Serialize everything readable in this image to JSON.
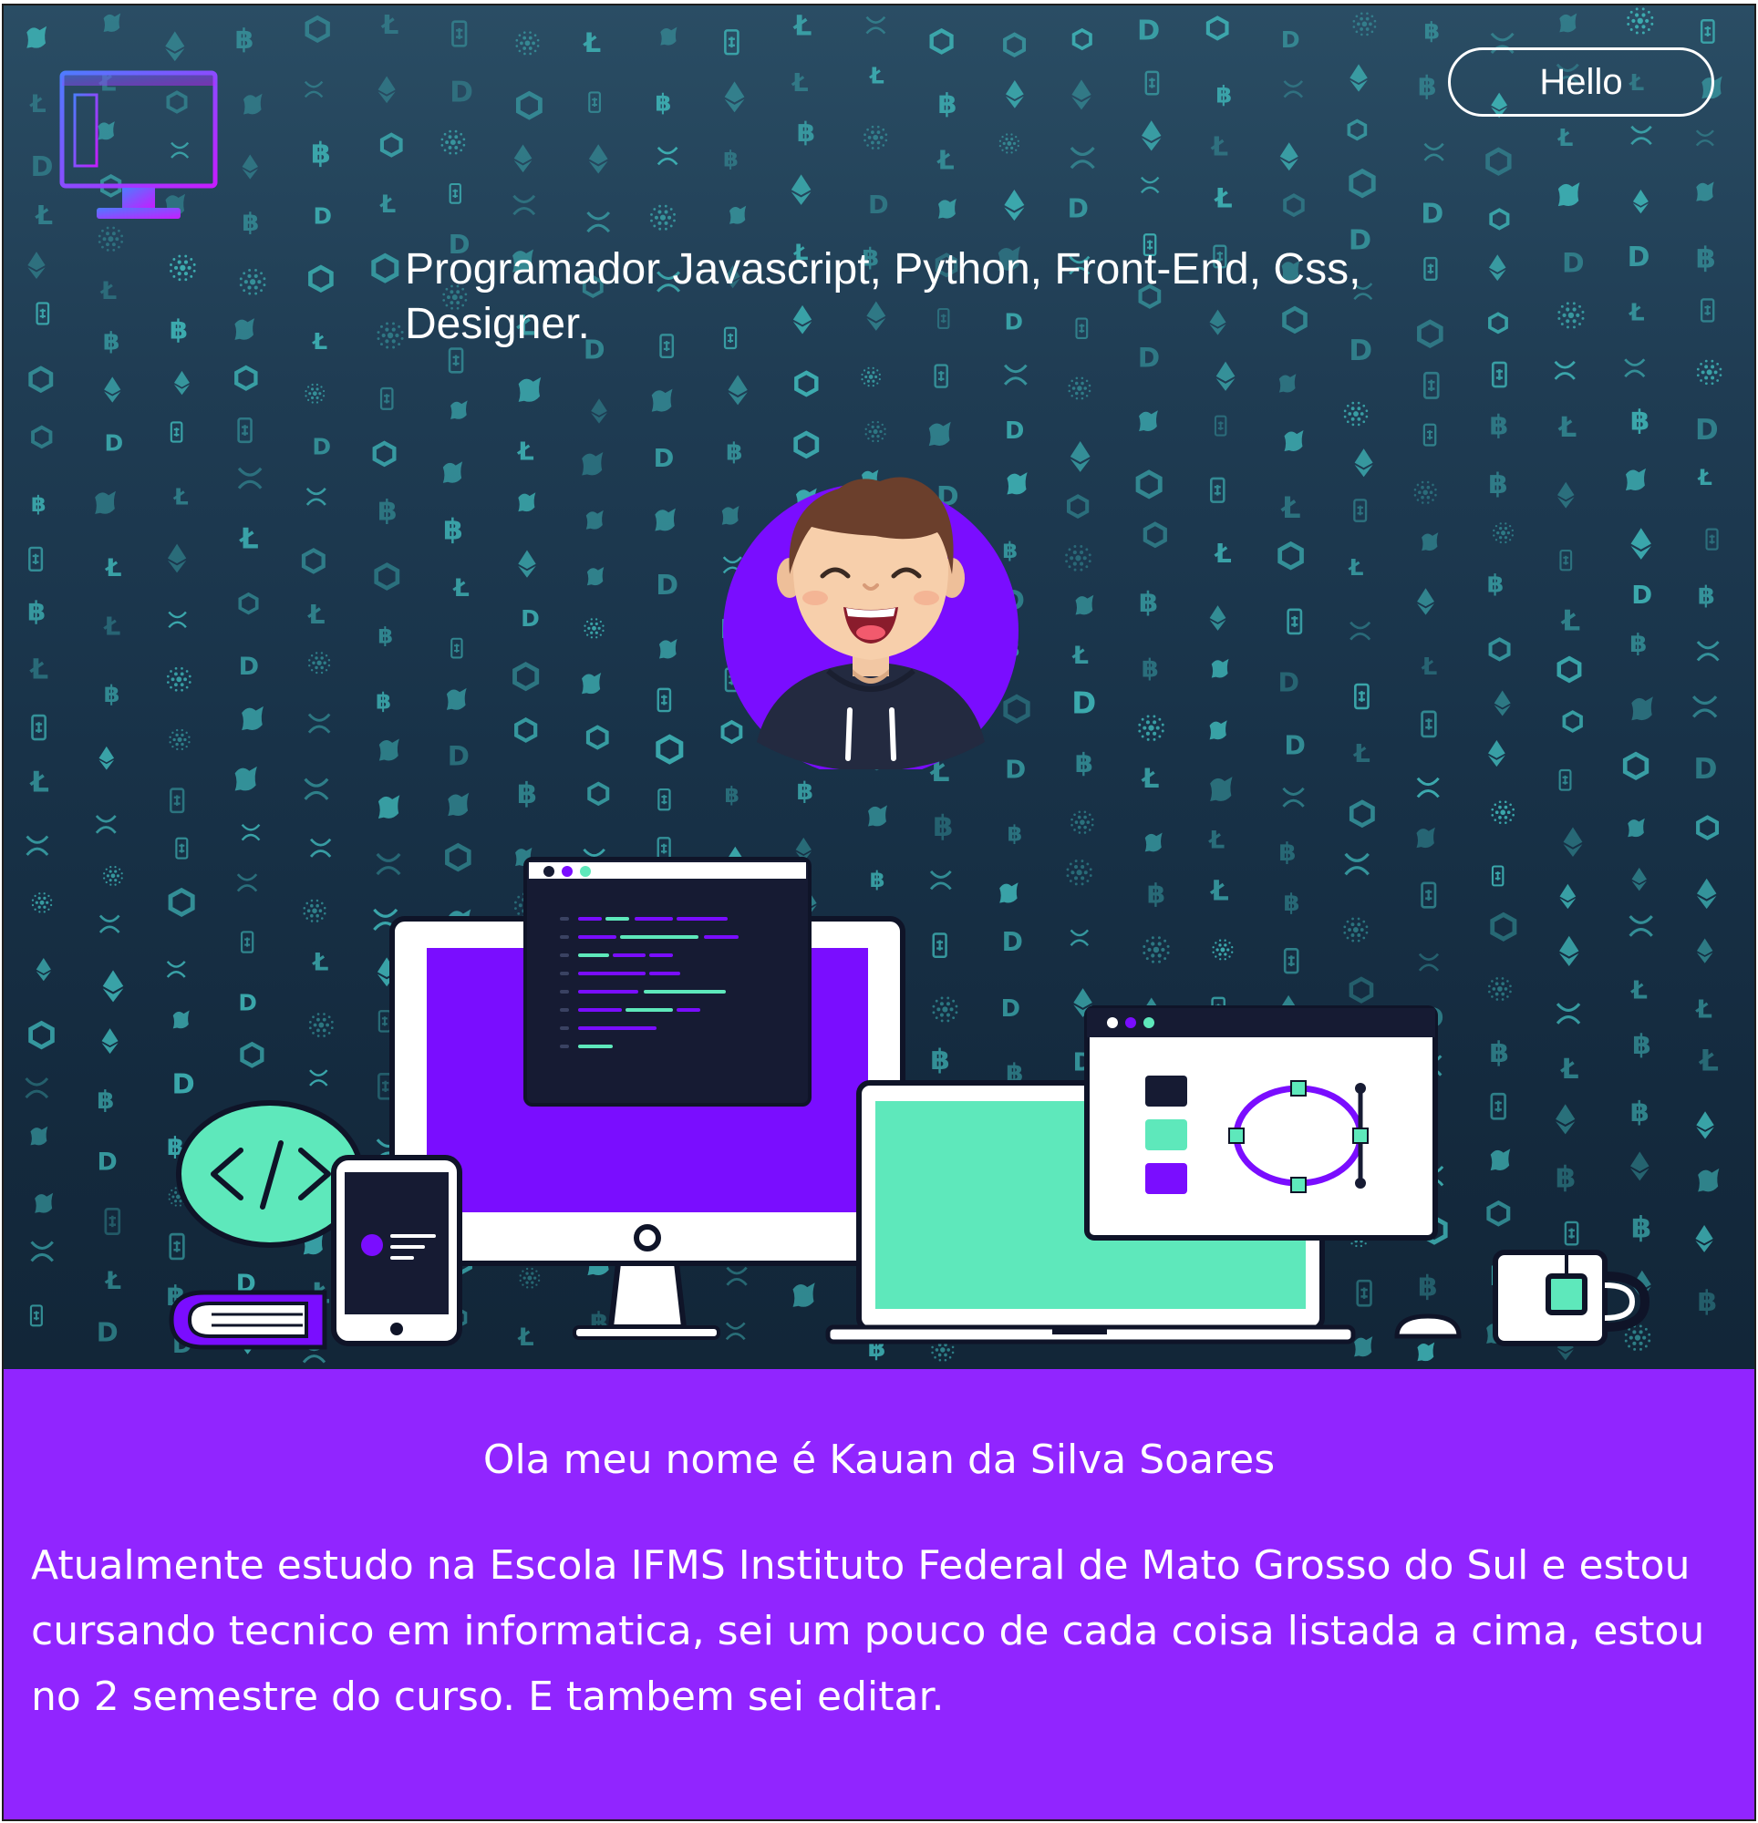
{
  "header": {
    "logo_icon": "monitor-code-icon",
    "hello_button_label": "Hello"
  },
  "hero": {
    "headline": "Programador Javascript, Python, Front-End, Css, Designer.",
    "avatar_icon": "smiling-developer-avatar",
    "illustration": "developer-workspace-devices-illustration",
    "background_icons": [
      "bitcoin-icon",
      "ethereum-icon",
      "litecoin-icon",
      "chainlink-icon",
      "cardano-icon",
      "uniswap-icon",
      "xrp-icon",
      "dogecoin-icon",
      "tether-icon"
    ]
  },
  "about": {
    "title": "Ola meu nome é Kauan da Silva Soares",
    "body": "Atualmente estudo na Escola IFMS Instituto Federal de Mato Grosso do Sul e estou cursando tecnico em informatica, sei um pouco de cada coisa listada a cima, estou no 2 semestre do curso. E tambem sei editar."
  },
  "colors": {
    "hero_top": "#2a4d64",
    "hero_bottom": "#122638",
    "icon_teal": "#3fb6b8",
    "accent_purple": "#9125ff",
    "device_purple": "#7a0dff",
    "device_green": "#5ee8bb",
    "dark_navy": "#161b33"
  }
}
